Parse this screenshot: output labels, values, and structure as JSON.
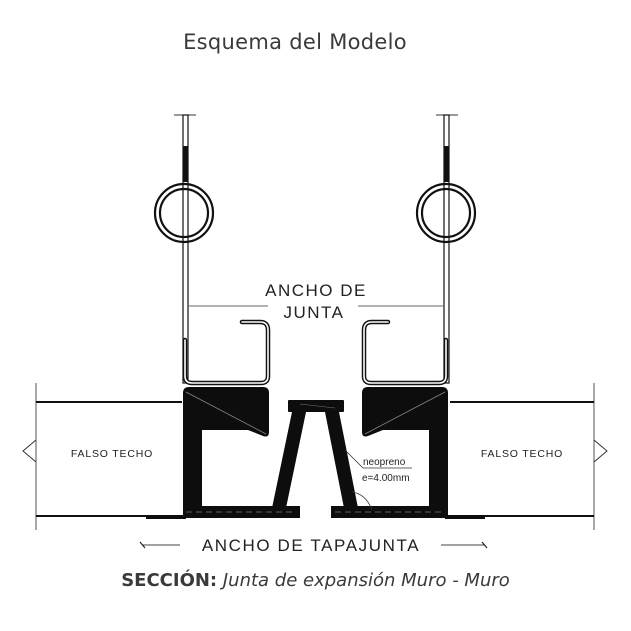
{
  "title": "Esquema del Modelo",
  "diagram": {
    "labels": {
      "joint_width_line1": "ANCHO DE",
      "joint_width_line2": "JUNTA",
      "cover_width": "ANCHO DE TAPAJUNTA",
      "left_ceiling": "FALSO TECHO",
      "right_ceiling": "FALSO TECHO",
      "neoprene_name": "neopreno",
      "neoprene_thickness": "e=4.00mm"
    },
    "colors": {
      "line": "#111111",
      "fill": "#0d0d0d",
      "dimension": "#555555"
    }
  },
  "caption": {
    "label": "SECCIÓN:",
    "text": "Junta de expansión Muro - Muro"
  }
}
